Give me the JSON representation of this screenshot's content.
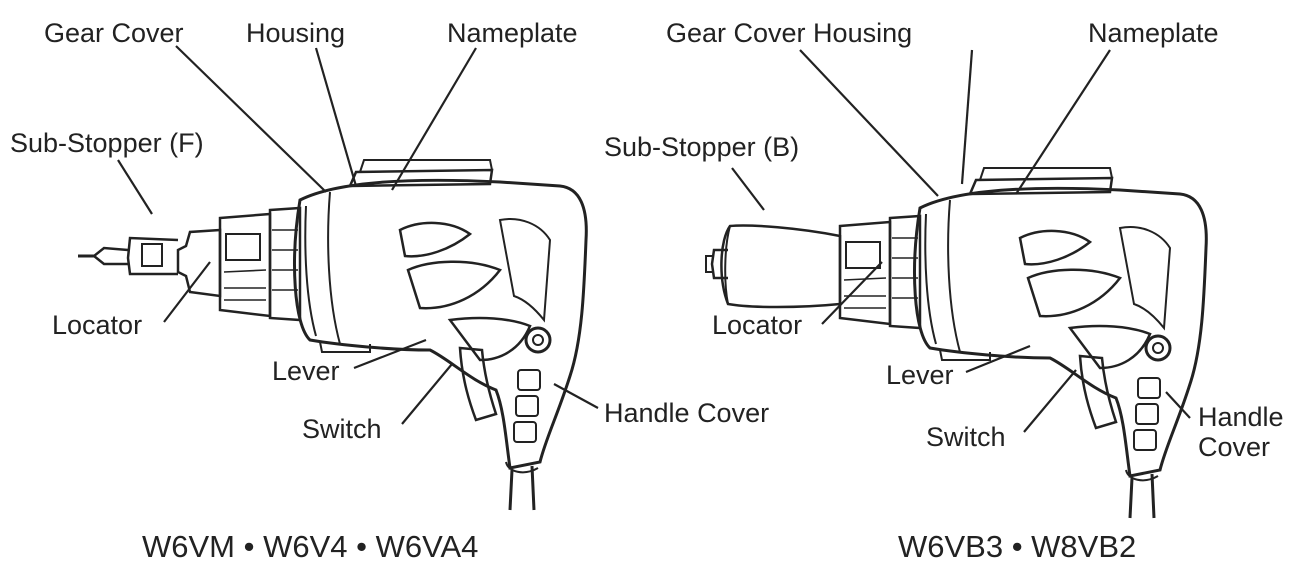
{
  "left": {
    "labels": {
      "gear_cover": "Gear Cover",
      "housing": "Housing",
      "nameplate": "Nameplate",
      "sub_stopper": "Sub-Stopper (F)",
      "locator": "Locator",
      "lever": "Lever",
      "switch": "Switch",
      "handle_cover": "Handle Cover"
    },
    "model_caption": "W6VM • W6V4 • W6VA4"
  },
  "right": {
    "labels": {
      "gear_cover_housing": "Gear Cover Housing",
      "nameplate": "Nameplate",
      "sub_stopper": "Sub-Stopper (B)",
      "locator": "Locator",
      "lever": "Lever",
      "switch": "Switch",
      "handle_cover_line1": "Handle",
      "handle_cover_line2": "Cover"
    },
    "model_caption": "W6VB3 • W8VB2"
  },
  "colors": {
    "ink": "#222222",
    "background": "#ffffff"
  }
}
